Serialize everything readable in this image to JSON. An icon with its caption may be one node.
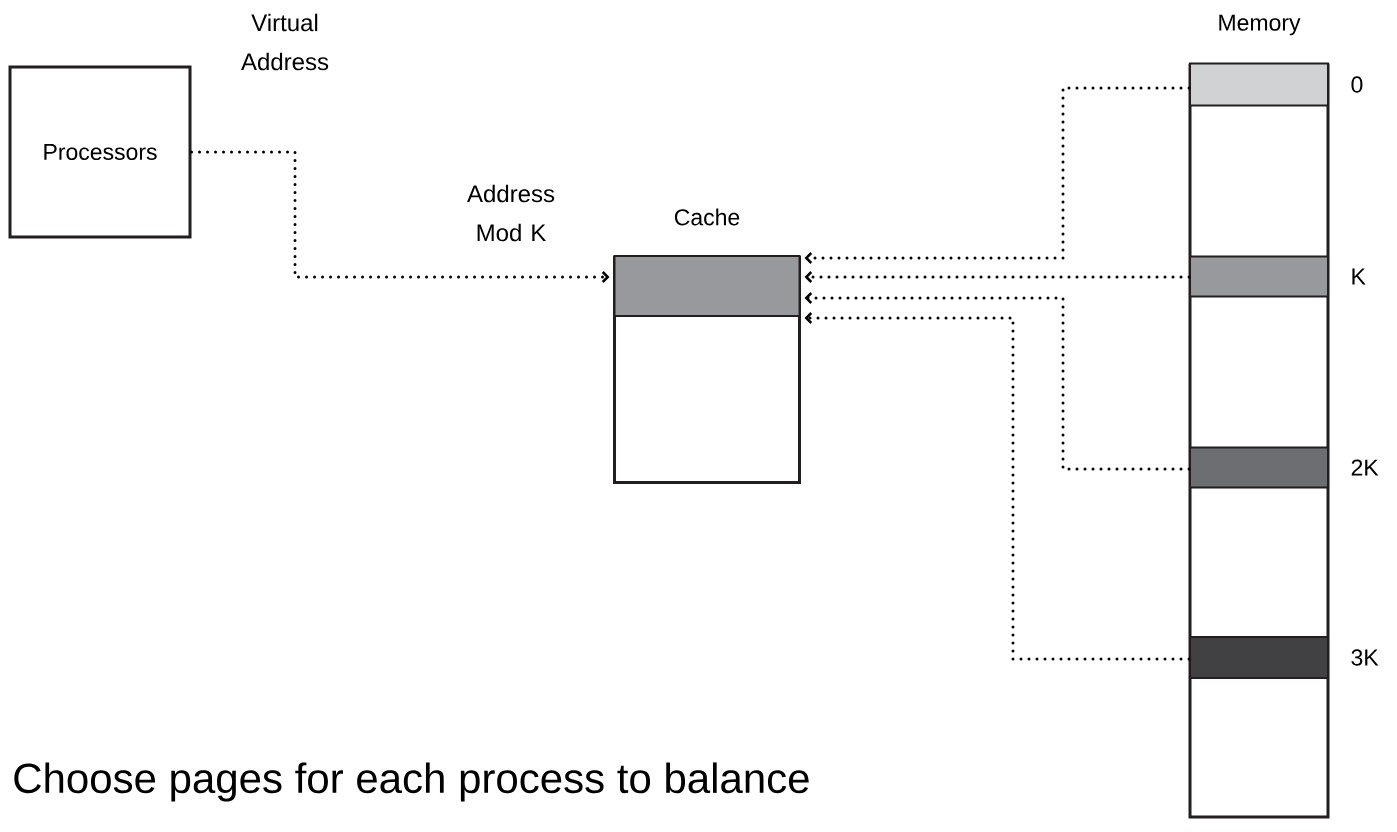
{
  "diagram": {
    "nodes": [
      {
        "text": [
          "Processors"
        ]
      },
      {
        "text": [
          "Cache"
        ]
      },
      {
        "text": [],
        "shape": "bar",
        "in": 1
      },
      {
        "text": [
          "Memory"
        ]
      },
      {
        "text": [],
        "shape": "bar",
        "in": 3,
        "beside": [
          "0"
        ]
      },
      {
        "text": [],
        "shape": "bar",
        "in": 3,
        "beside": [
          "K"
        ]
      },
      {
        "text": [],
        "shape": "bar",
        "in": 3,
        "beside": [
          "2K"
        ]
      },
      {
        "text": [],
        "shape": "bar",
        "in": 3,
        "beside": [
          "3K"
        ]
      }
    ],
    "edges": [
      {
        "from": 0,
        "to": 2,
        "arrow": "to"
      },
      {
        "from": 4,
        "to": 2,
        "arrow": "to"
      },
      {
        "from": 5,
        "to": 2,
        "arrow": "to"
      },
      {
        "from": 6,
        "to": 2,
        "arrow": "to"
      },
      {
        "from": 7,
        "to": 2,
        "arrow": "to"
      }
    ],
    "labels": [
      "Virtual Address",
      "Address Mod K",
      "Choose pages for each process to balance"
    ]
  }
}
